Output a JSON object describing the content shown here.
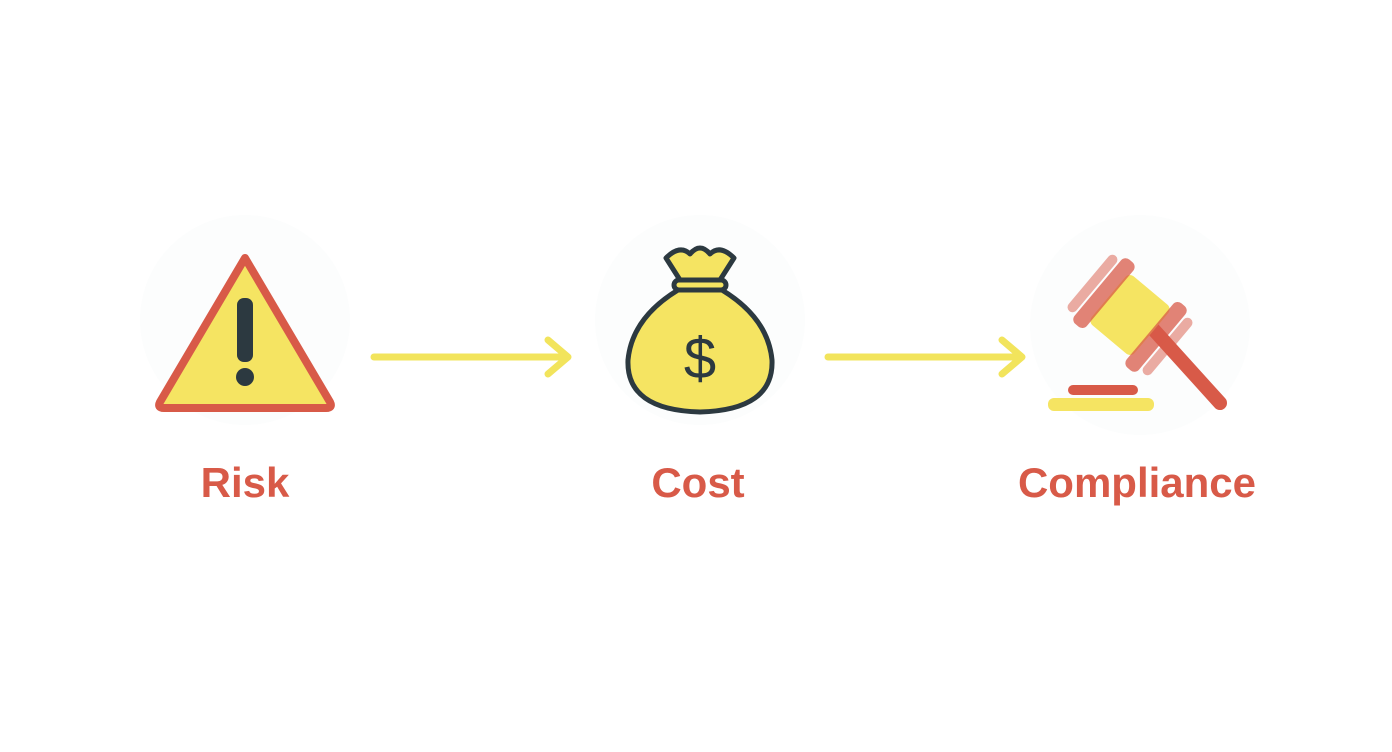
{
  "colors": {
    "accent_red": "#d85a48",
    "accent_yellow": "#f5e462",
    "arrow_yellow": "#f2e45c",
    "outline_dark": "#2c3940",
    "background": "#ffffff"
  },
  "steps": [
    {
      "label": "Risk",
      "icon": "warning-triangle-icon"
    },
    {
      "label": "Cost",
      "icon": "money-bag-icon"
    },
    {
      "label": "Compliance",
      "icon": "gavel-icon"
    }
  ],
  "connectors": [
    {
      "from": "Risk",
      "to": "Cost"
    },
    {
      "from": "Cost",
      "to": "Compliance"
    }
  ]
}
